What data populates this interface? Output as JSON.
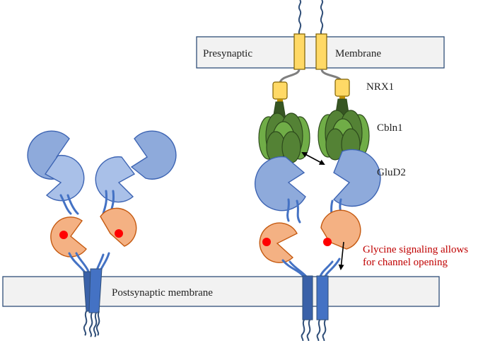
{
  "labels": {
    "presynaptic": "Presynaptic",
    "membrane": "Membrane",
    "nrx1": "NRX1",
    "cbln1": "Cbln1",
    "glud2": "GluD2",
    "glycine_line1": "Glycine signaling allows",
    "glycine_line2": "for channel opening",
    "postsynaptic": "Postsynaptic membrane"
  },
  "colors": {
    "glycine_text": "#c00000",
    "glycine_dot": "#ff0000",
    "receptor_blue": "#8eaadb",
    "ligand_orange": "#f4b183",
    "cbln_green": "#548235",
    "nrx_yellow": "#ffd966",
    "membrane_fill": "#f2f2f2"
  },
  "icons": {
    "interaction_arrow": "double-headed-arrow",
    "signal_arrow": "down-arrow"
  }
}
